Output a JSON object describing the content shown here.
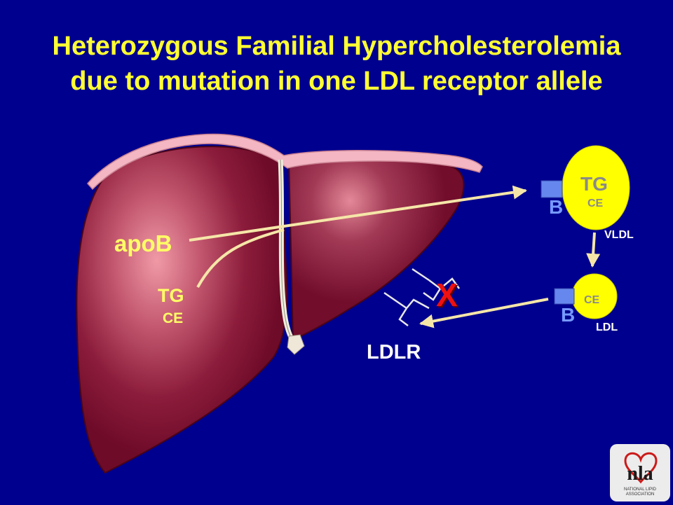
{
  "title": {
    "line1": "Heterozygous Familial Hypercholesterolemia",
    "line2": "due to mutation in one LDL receptor allele"
  },
  "liver": {
    "apob_label": "apoB",
    "tg_label": "TG",
    "ce_label": "CE"
  },
  "vldl": {
    "tg_label": "TG",
    "ce_label": "CE",
    "b_label": "B",
    "name": "VLDL"
  },
  "ldl": {
    "ce_label": "CE",
    "b_label": "B",
    "name": "LDL"
  },
  "receptor": {
    "label": "LDLR",
    "block_mark": "X"
  },
  "logo": {
    "acronym": "nla",
    "caption_line1": "NATIONAL LIPID",
    "caption_line2": "ASSOCIATION"
  },
  "colors": {
    "background": "#00008e",
    "title": "#ffff33",
    "liver": "#7a0f2e",
    "particle": "#ffff00",
    "apob_square": "#6688ee",
    "arrow": "#f5e6a8",
    "block": "#ee1111"
  }
}
